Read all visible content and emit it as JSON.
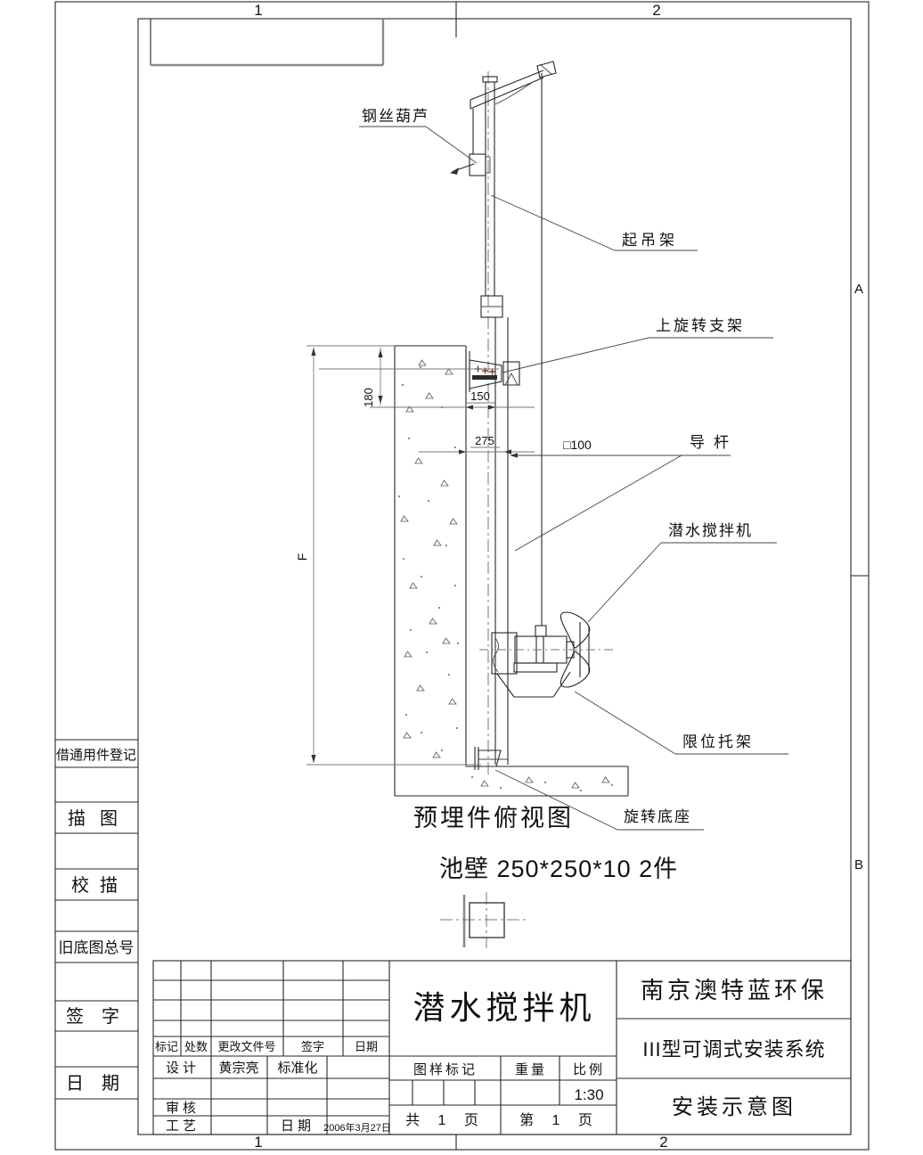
{
  "zones": {
    "top1": "1",
    "top2": "2",
    "bottom1": "1",
    "bottom2": "2",
    "rightA": "A",
    "rightB": "B"
  },
  "annotations": {
    "wire_hoist": "钢丝葫芦",
    "lifting_frame": "起吊架",
    "upper_bracket": "上旋转支架",
    "guide_rod": "导杆",
    "mixer": "潜水搅拌机",
    "limit_bracket": "限位托架",
    "rotating_base": "旋转底座"
  },
  "dimensions": {
    "f": "F",
    "d180": "180",
    "d150": "150",
    "d275": "275",
    "sq100": "□100"
  },
  "notes": {
    "top_view_title": "预埋件俯视图",
    "wall_note": "池壁  250*250*10  2件"
  },
  "sidebar": {
    "items": [
      "借通用件登记",
      "描图",
      "校描",
      "旧底图总号",
      "签字",
      "日期"
    ]
  },
  "title_block": {
    "rev": [
      "标记",
      "处数",
      "更改文件号",
      "签字",
      "日期"
    ],
    "design": "设计",
    "designer": "黄宗亮",
    "std": "标准化",
    "review": "审核",
    "process": "工艺",
    "date_label": "日期",
    "date": "2006年3月27日",
    "product": "潜水搅拌机",
    "mark": "图样标记",
    "weight": "重量",
    "scale": "比例",
    "scale_v": "1:30",
    "pages_total": "共 1 页",
    "page_no": "第 1 页",
    "company": "南京澳特蓝环保",
    "system": "III型可调式安装系统",
    "name": "安装示意图"
  }
}
